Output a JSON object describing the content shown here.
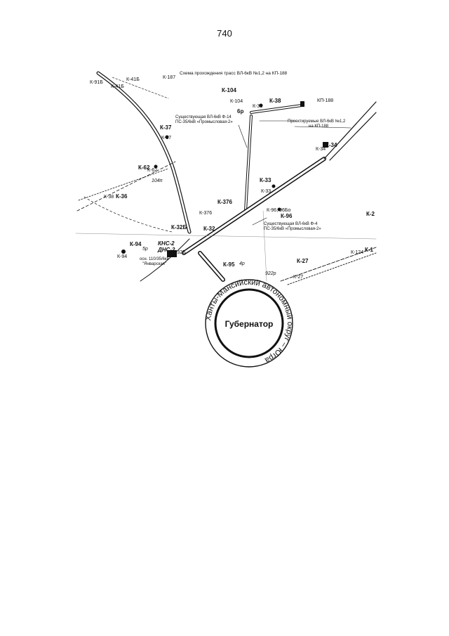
{
  "page_number": "740",
  "title": "Схема прохождения трасс ВЛ-6кВ №1,2 на КП-188",
  "notes": {
    "existing_f14_line1": "Существующая ВЛ-6кВ Ф-14",
    "existing_f14_line2": "ПС-35/6кВ «Промысловая-2»",
    "designed_line1": "Проектируемые ВЛ-6кВ №1,2",
    "designed_line2": "на КП-188",
    "existing_f4_line1": "Существующая ВЛ-6кВ Ф-4",
    "existing_f4_line2": "ПС-35/6кВ «Промысловая-2»",
    "substation_line1": "осн. 110/35/6кв",
    "substation_line2": "\"Январская\""
  },
  "labels": {
    "k91b": "К-91Б",
    "k41b": "К-41Б",
    "k41b2": "К-41Б",
    "k187": "К-187",
    "k104": "К-104",
    "k104s": "К-104",
    "r6": "6р",
    "k38": "К-38",
    "k38s": "К-38",
    "kp188": "КП-188",
    "k37": "К-37",
    "k37s": "К-37",
    "k34": "К-34",
    "k34s": "К-34",
    "k62": "К-62",
    "k62s": "К-62",
    "p104": "104п",
    "k33": "К-33",
    "k33s": "К-33",
    "k36": "К-36",
    "k36s": "К-38",
    "k376": "К-376",
    "k376s": "К-376",
    "k96": "К-96",
    "k96s": "К-96, 96Бо",
    "k2": "К-2",
    "k32b": "К-32Б",
    "k32": "К-32",
    "r5": "5р",
    "k94": "К-94",
    "k94s": "К-94",
    "kns2": "КНС-2",
    "dns2": "ДНС-2",
    "k32bs": "К-32Б",
    "k95": "К-95",
    "r4": "4р",
    "k27": "К-27",
    "k27s": "К-27",
    "k1": "К-1",
    "k1s": "К-124",
    "r922": "922р"
  },
  "seal": {
    "ring_text": "Ханты-Мансийский автономный округ – Югра",
    "center_text": "Губернатор"
  },
  "colors": {
    "ink": "#111111",
    "paper": "#ffffff"
  }
}
